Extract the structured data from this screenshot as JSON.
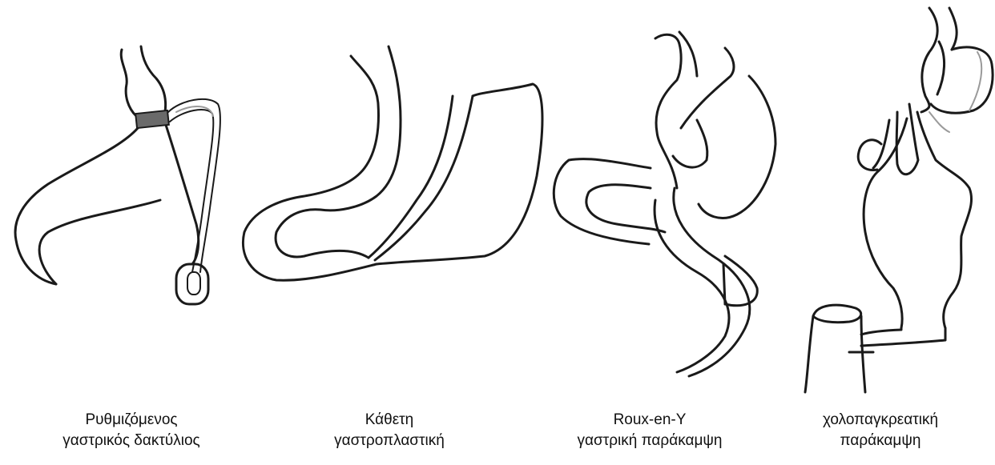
{
  "procedures": [
    {
      "icon": "adjustable-gastric-band-drawing",
      "line1": "Ρυθμιζόμενος",
      "line2": "γαστρικός δακτύλιος"
    },
    {
      "icon": "vertical-gastroplasty-drawing",
      "line1": "Κάθετη",
      "line2": "γαστροπλαστική"
    },
    {
      "icon": "roux-en-y-gastric-bypass-drawing",
      "line1": "Roux-en-Y",
      "line2": "γαστρική παράκαμψη"
    },
    {
      "icon": "biliopancreatic-diversion-drawing",
      "line1": "χολοπαγκρεατική",
      "line2": "παράκαμψη"
    }
  ]
}
